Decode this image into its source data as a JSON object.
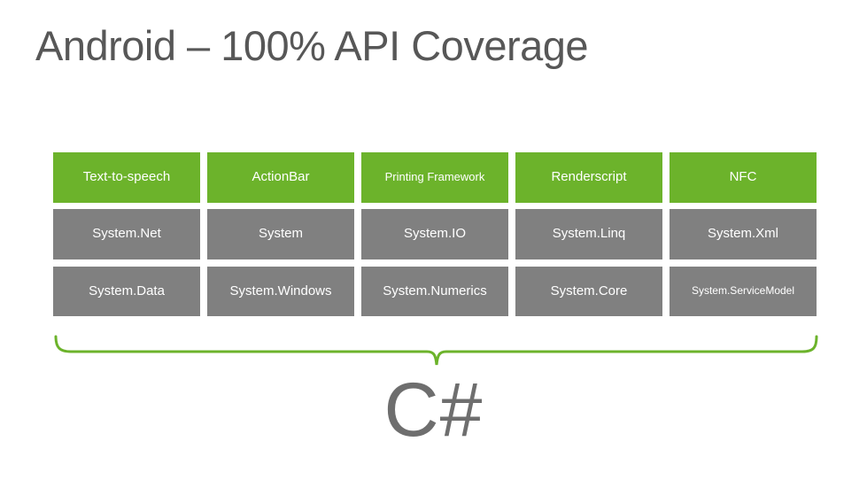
{
  "slide": {
    "title": "Android – 100% API Coverage",
    "background_color": "#FFFFFF",
    "accent_green": "#6CB32B",
    "neutral_gray": "#808080",
    "title_color": "#575757"
  },
  "api_grid": {
    "rows": [
      {
        "style": "green",
        "cells": [
          {
            "label": "Text-to-speech",
            "size": "normal"
          },
          {
            "label": "ActionBar",
            "size": "normal"
          },
          {
            "label": "Printing Framework",
            "size": "small"
          },
          {
            "label": "Renderscript",
            "size": "normal"
          },
          {
            "label": "NFC",
            "size": "normal"
          }
        ]
      },
      {
        "style": "gray",
        "cells": [
          {
            "label": "System.Net",
            "size": "normal"
          },
          {
            "label": "System",
            "size": "normal"
          },
          {
            "label": "System.IO",
            "size": "normal"
          },
          {
            "label": "System.Linq",
            "size": "normal"
          },
          {
            "label": "System.Xml",
            "size": "normal"
          }
        ]
      },
      {
        "style": "gray",
        "cells": [
          {
            "label": "System.Data",
            "size": "normal"
          },
          {
            "label": "System.Windows",
            "size": "normal"
          },
          {
            "label": "System.Numerics",
            "size": "normal"
          },
          {
            "label": "System.Core",
            "size": "normal"
          },
          {
            "label": "System.ServiceModel",
            "size": "xsmall"
          }
        ]
      }
    ]
  },
  "brace": {
    "color": "#6CB32B",
    "orientation": "down",
    "stroke_width": 3
  },
  "footer": {
    "label": "C#",
    "color": "#6E6E6E"
  }
}
